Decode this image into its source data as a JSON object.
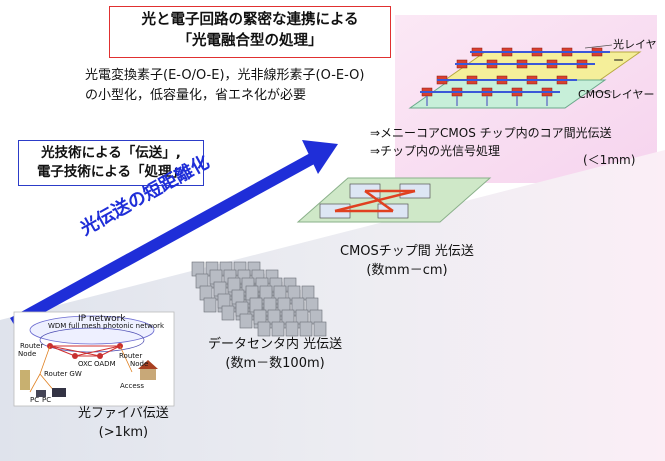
{
  "title": {
    "line1": "光と電子回路の緊密な連携による",
    "line2": "「光電融合型の処理」"
  },
  "requirement": {
    "line1": "光電変換素子(E-O/O-E)，光非線形素子(O-E-O)",
    "line2": "の小型化，低容量化，省エネ化が必要"
  },
  "tech_box": {
    "line1": "光技術による「伝送」,",
    "line2": "電子技術による「処理」"
  },
  "arrow_label": "光伝送の短距離化",
  "chip_layers": {
    "optical": "光レイヤー",
    "cmos": "CMOSレイヤー"
  },
  "chip_notes": {
    "line1": "⇒メニーコアCMOS チップ内のコア間光伝送",
    "line2": "⇒チップ内の光信号処理",
    "line3": "(＜1mm)"
  },
  "cmos_chip": {
    "line1": "CMOSチップ間 光伝送",
    "line2": "(数mm－cm)"
  },
  "datacenter": {
    "line1": "データセンタ内 光伝送",
    "line2": "(数m－数100m)"
  },
  "fiber": {
    "line1": "光ファイバ伝送",
    "line2": "(>1km)"
  },
  "network": {
    "ip_network": "IP network",
    "wdm": "WDM full mesh photonic network",
    "router_left": "Router",
    "node_left": "Node",
    "router_right": "Router",
    "node_right": "Node",
    "oxc": "OXC",
    "oadm": "OADM",
    "router_gw": "Router GW",
    "pc1": "PC",
    "pc2": "PC",
    "access": "Access"
  },
  "colors": {
    "arrow": "#1f2ed8",
    "title_border": "#e03030",
    "tech_border": "#2c3cc8",
    "optical_layer": "#f5ef9a",
    "cmos_layer": "#c7efd9",
    "chip_board": "#cfe8c8",
    "links": "#e04020"
  }
}
